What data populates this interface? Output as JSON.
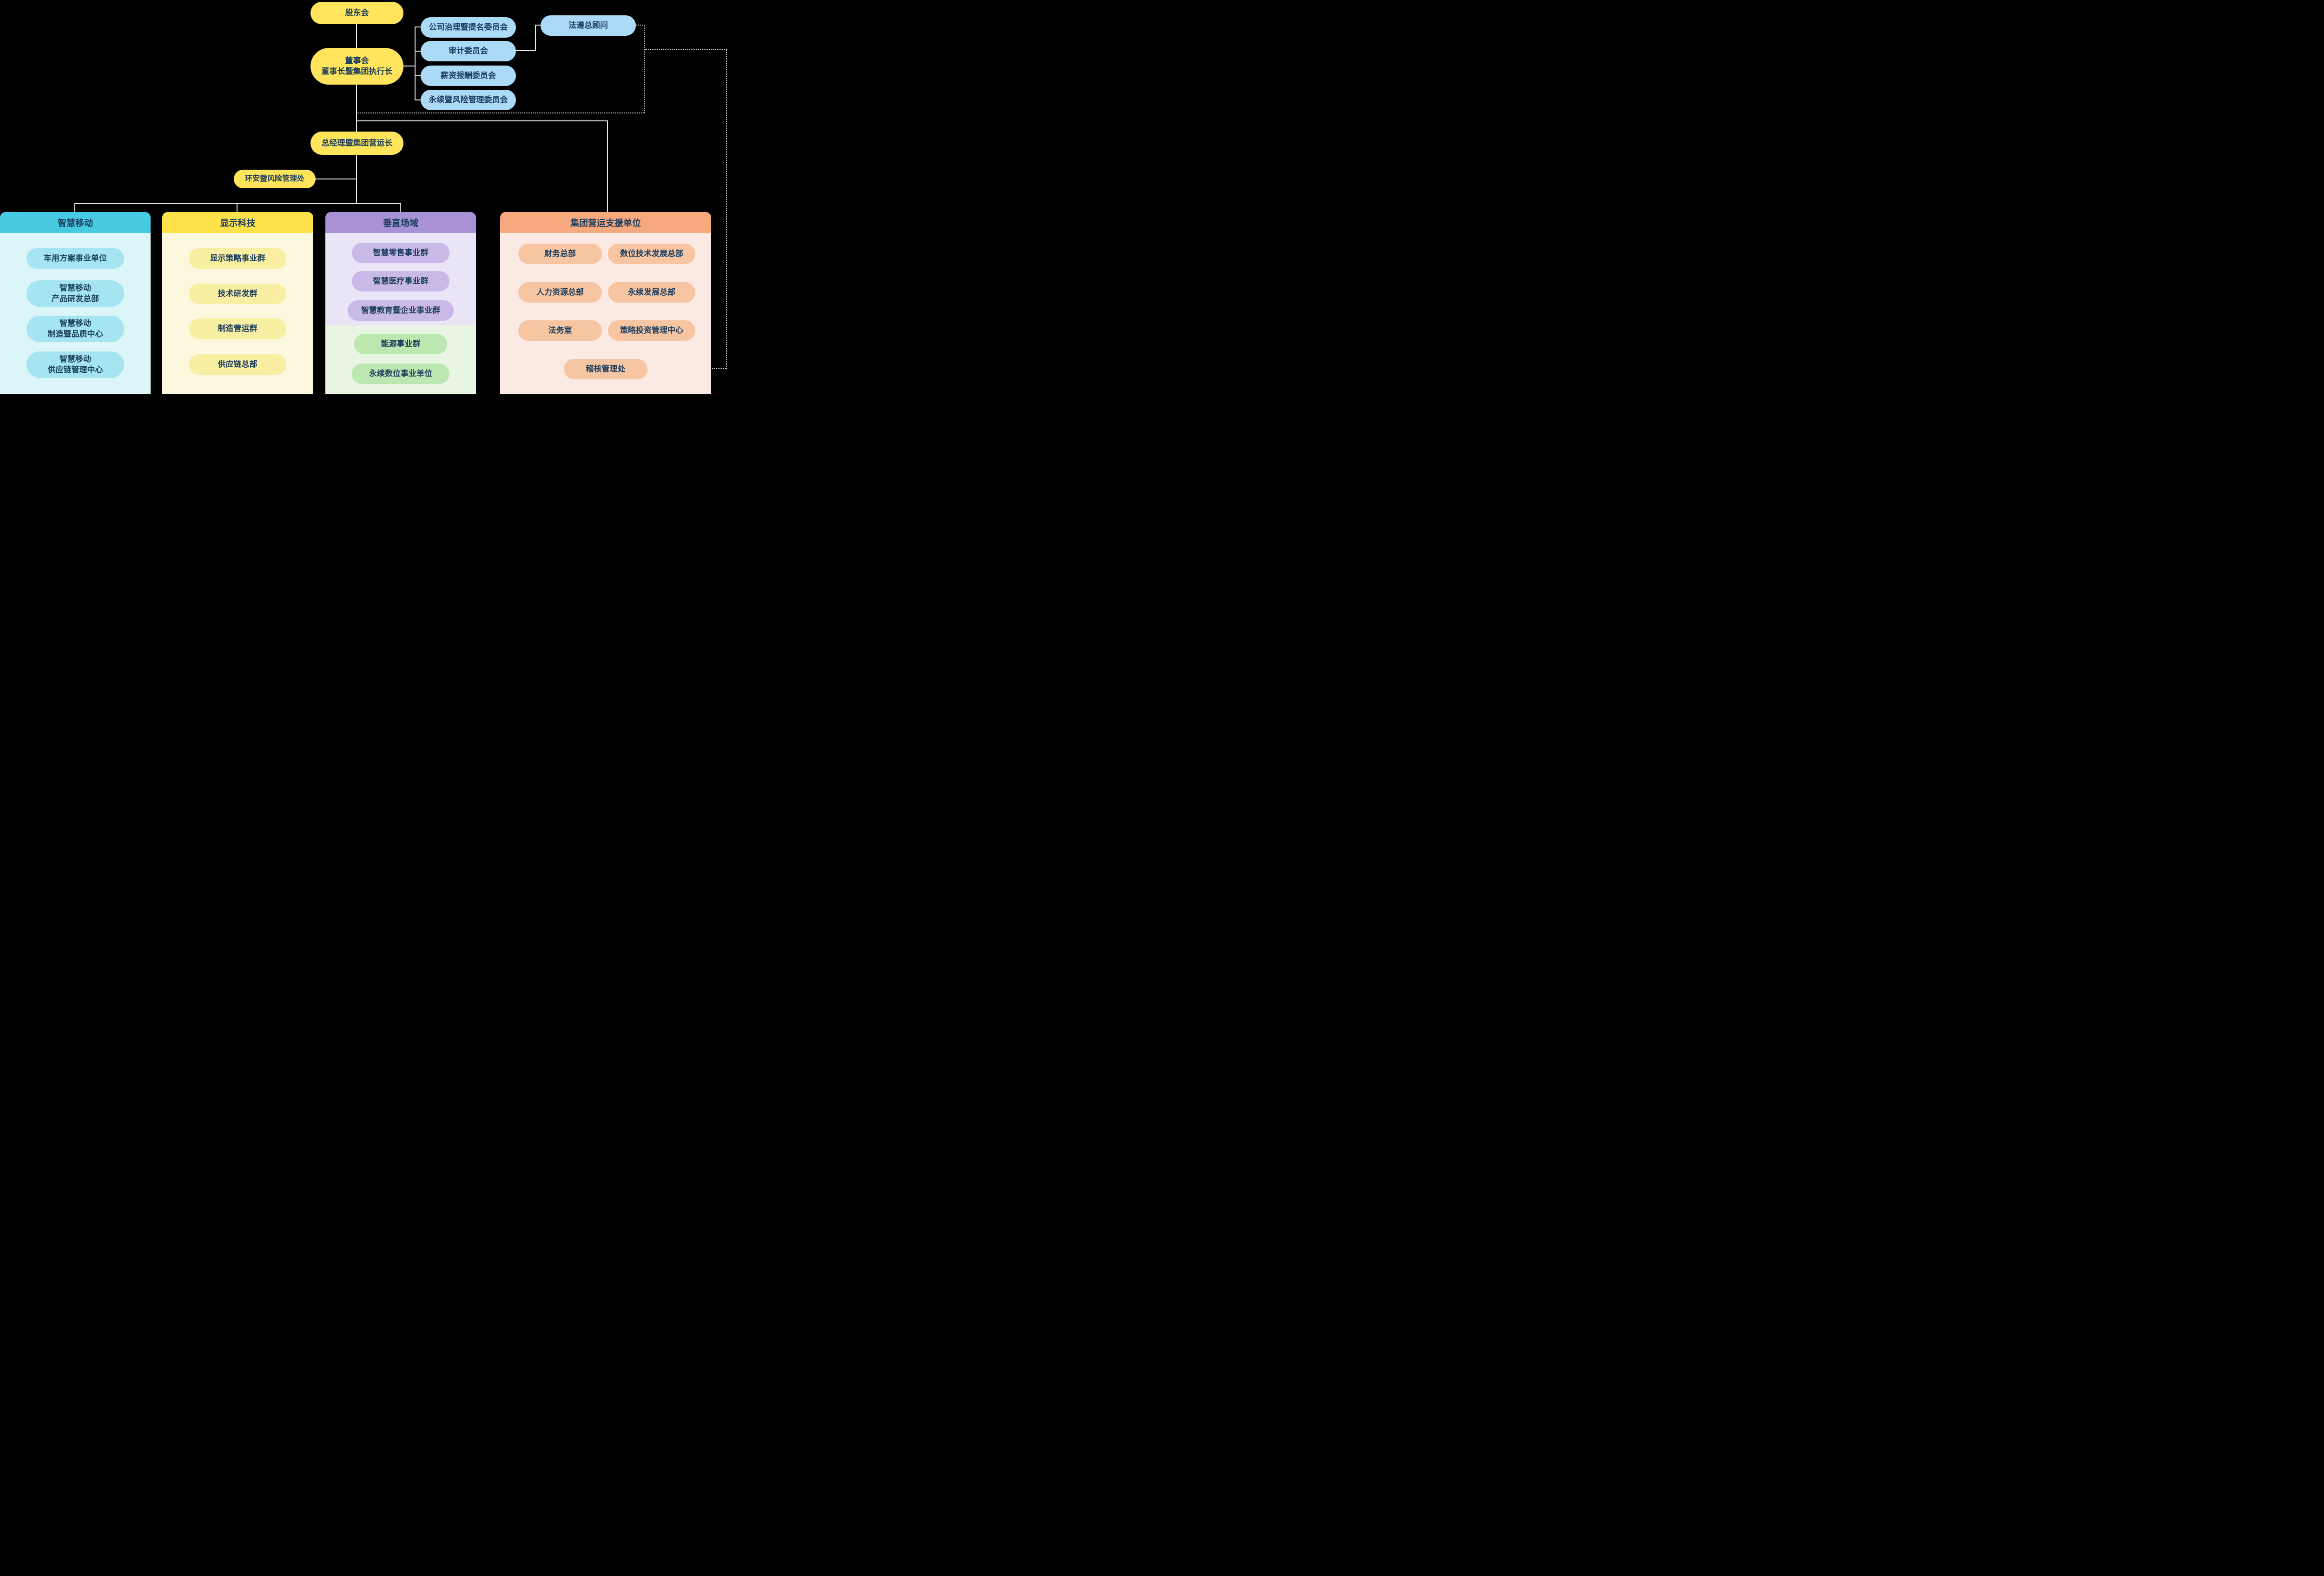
{
  "colors": {
    "bg": "#000000",
    "line": "#EBEBEB",
    "line_dot": "#D9D9D9",
    "text": "#1C3E5E",
    "yellow": "#FFE45C",
    "blue": "#ABDAF7",
    "cyan_header": "#46CBE3",
    "cyan_body": "#DCF5F9",
    "cyan_item": "#A4E5F1",
    "yellow_header": "#FFE14A",
    "yellow_body": "#FBF8DE",
    "yellow_item": "#F8EFA2",
    "purple_header": "#A891D5",
    "purple_body": "#EAE5F6",
    "purple_item": "#C9B9E8",
    "green_body": "#E7F5E2",
    "green_item": "#BDE7B1",
    "orange_header": "#F6A97E",
    "orange_body": "#FBEAE4",
    "orange_item": "#F7C5A2"
  },
  "governance": {
    "shareholders": "股东会",
    "board": "董事会\n董事长暨集团执行长",
    "committees": [
      "公司治理暨提名委员会",
      "审计委员会",
      "薪资报酬委员会",
      "永续暨风险管理委员会"
    ],
    "chief_compliance": "法遵总顾问",
    "president": "总经理暨集团营运长",
    "ehs_risk_office": "环安暨风险管理处"
  },
  "divisions": {
    "smart_mobility": {
      "title": "智慧移动",
      "items": [
        "车用方案事业单位",
        "智慧移动\n产品研发总部",
        "智慧移动\n制造暨品质中心",
        "智慧移动\n供应链管理中心"
      ]
    },
    "display_tech": {
      "title": "显示科技",
      "items": [
        "显示策略事业群",
        "技术研发群",
        "制造营运群",
        "供应链总部"
      ]
    },
    "vertical_domains": {
      "title": "垂直场域",
      "purple_items": [
        "智慧零售事业群",
        "智慧医疗事业群",
        "智慧教育暨企业事业群"
      ],
      "green_items": [
        "能源事业群",
        "永续数位事业单位"
      ]
    },
    "group_support": {
      "title": "集团营运支援单位",
      "left_items": [
        "财务总部",
        "人力资源总部",
        "法务室"
      ],
      "right_items": [
        "数位技术发展总部",
        "永续发展总部",
        "策略投资管理中心"
      ],
      "bottom_item": "稽核管理处"
    }
  }
}
